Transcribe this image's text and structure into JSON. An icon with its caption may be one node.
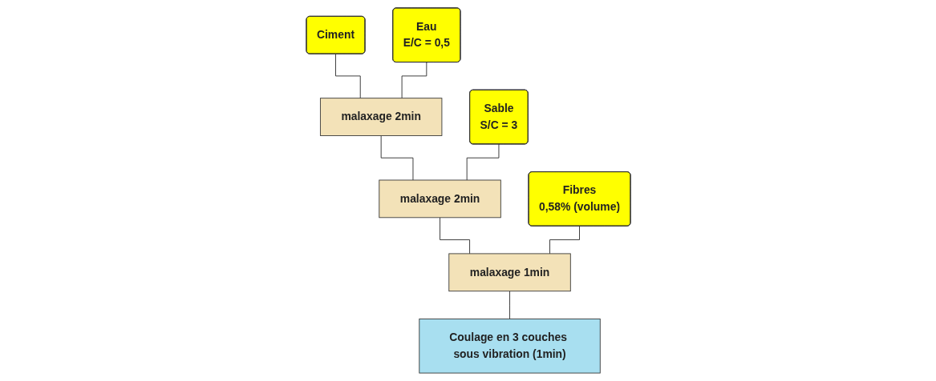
{
  "diagram": {
    "nodes": [
      {
        "text": [
          "Ciment"
        ]
      },
      {
        "text": [
          "Eau",
          "E/C = 0,5"
        ]
      },
      {
        "text": [
          "Sable",
          "S/C = 3"
        ]
      },
      {
        "text": [
          "Fibres",
          "0,58% (volume)"
        ]
      },
      {
        "text": [
          "malaxage 2min"
        ]
      },
      {
        "text": [
          "malaxage 2min"
        ]
      },
      {
        "text": [
          "malaxage 1min"
        ]
      },
      {
        "text": [
          "Coulage en 3 couches sous vibration (1min)"
        ]
      }
    ],
    "edges": [
      {
        "from": 0,
        "to": 4,
        "arrow": "none"
      },
      {
        "from": 1,
        "to": 4,
        "arrow": "none"
      },
      {
        "from": 4,
        "to": 5,
        "arrow": "none"
      },
      {
        "from": 2,
        "to": 5,
        "arrow": "none"
      },
      {
        "from": 5,
        "to": 6,
        "arrow": "none"
      },
      {
        "from": 3,
        "to": 6,
        "arrow": "none"
      },
      {
        "from": 6,
        "to": 7,
        "arrow": "none"
      }
    ]
  }
}
